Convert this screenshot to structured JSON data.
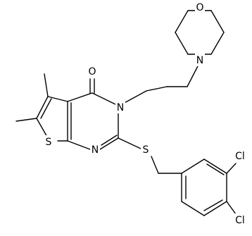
{
  "molecule": {
    "atoms": {
      "ring_o": "O",
      "morpholine_n": "N",
      "carbonyl_o": "O",
      "n3": "N",
      "thiophene_s": "S",
      "n1": "N",
      "thioether_s": "S",
      "cl_meta": "Cl",
      "cl_para": "Cl"
    },
    "colors": {
      "bond": "#000000",
      "label": "#000000",
      "background": "#ffffff"
    }
  }
}
